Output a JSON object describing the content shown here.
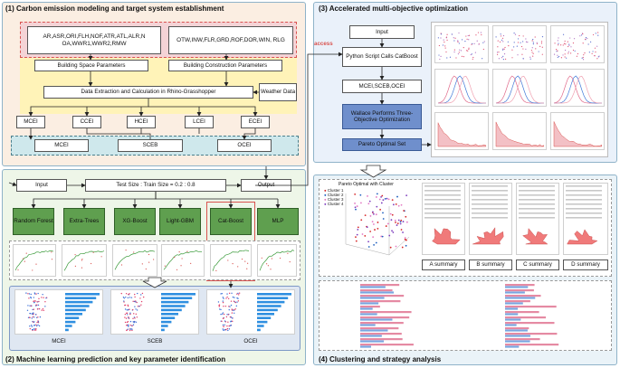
{
  "panel1": {
    "title": "(1) Carbon emission modeling and target system establishment",
    "params_left": "AR,ASR,ORI,FLH,NOF,ATR,ATL,ALR,N OA,WWR1,WWR2,RMW",
    "params_right": "OTW,INW,FLR,GRD,ROF,DOR,WIN, RLG",
    "building_space": "Building Space Parameters",
    "building_construction": "Building Construction Parameters",
    "extraction": "Data Extraction and Calculation in Rhino-Grasshopper",
    "weather": "Weather Data",
    "row1": [
      "MCEI",
      "CCEI",
      "HCEI",
      "LCEI",
      "ECEI"
    ],
    "row2": [
      "MCEI",
      "SCEB",
      "OCEI"
    ]
  },
  "panel2": {
    "title": "(2) Machine learning prediction and key parameter identification",
    "input": "Input",
    "split": "Test Size : Train Size = 0.2 : 0.8",
    "output": "Output",
    "models": [
      "Random Forest",
      "Extra-Trees",
      "XG-Boost",
      "Light-GBM",
      "Cat-Boost",
      "MLP"
    ],
    "shap_labels": [
      "MCEI",
      "SCEB",
      "OCEI"
    ]
  },
  "panel3": {
    "title": "(3) Accelerated multi-objective optimization",
    "access": "access",
    "input": "Input",
    "python": "Python Script Calls CatBoost",
    "objectives": "MCEI,SCEB,OCEI",
    "wallace": "Wallace Performs Three-Objective Optimization",
    "pareto": "Pareto Optimal Set"
  },
  "panel4": {
    "title": "(4) Clustering and strategy analysis",
    "scatter_title": "Pareto Optimal with Cluster",
    "legend": [
      "Cluster 1",
      "Cluster 2",
      "Cluster 3",
      "Cluster 4"
    ],
    "summaries": [
      "A summary",
      "B summary",
      "C summary",
      "D summary"
    ]
  },
  "colors": {
    "panel1_bg": "#fbeee2",
    "panel2_bg": "#eef6e8",
    "panel3_bg": "#eaf1fa",
    "panel4_bg": "#eaf3f8",
    "params_bg": "#f4d3d6",
    "params_border": "#d9534f",
    "yellow": "#fff3b8",
    "teal": "#cfe8ec",
    "green": "#5f9f4f",
    "blue": "#6f8fcc",
    "red": "#d9534f"
  }
}
